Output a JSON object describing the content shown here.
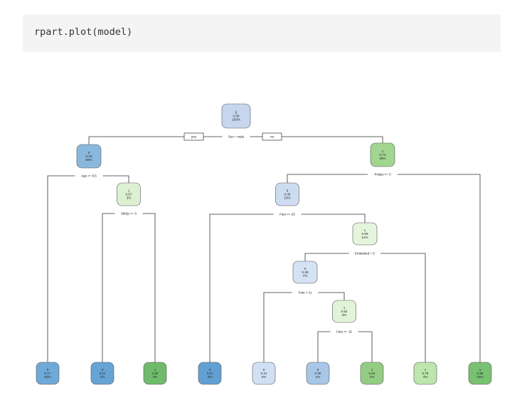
{
  "code": {
    "text": "rpart.plot(model)"
  },
  "tree": {
    "nodes": [
      {
        "id": "root",
        "class": "0",
        "prob": "0.38",
        "pct": "100%",
        "color": "#c6d6ee"
      },
      {
        "id": "n2",
        "class": "0",
        "prob": "0.19",
        "pct": "65%",
        "color": "#8ab8dc"
      },
      {
        "id": "n3",
        "class": "1",
        "prob": "0.74",
        "pct": "35%",
        "color": "#a2d590"
      },
      {
        "id": "n5",
        "class": "1",
        "prob": "0.67",
        "pct": "3%",
        "color": "#ddf1d2"
      },
      {
        "id": "n6",
        "class": "0",
        "prob": "0.45",
        "pct": "16%",
        "color": "#cddcf1"
      },
      {
        "id": "n13",
        "class": "1",
        "prob": "0.59",
        "pct": "12%",
        "color": "#e5f5dc"
      },
      {
        "id": "n26",
        "class": "0",
        "prob": "0.39",
        "pct": "7%",
        "color": "#d4e2f4"
      },
      {
        "id": "n53",
        "class": "1",
        "prob": "0.62",
        "pct": "3%",
        "color": "#e2f4d8"
      },
      {
        "id": "leaf1",
        "class": "0",
        "prob": "0.17",
        "pct": "62%",
        "color": "#6fa9d7"
      },
      {
        "id": "leaf2",
        "class": "0",
        "prob": "0.11",
        "pct": "1%",
        "color": "#66a4d5"
      },
      {
        "id": "leaf3",
        "class": "1",
        "prob": "1.00",
        "pct": "2%",
        "color": "#6fbb6b"
      },
      {
        "id": "leaf4",
        "class": "0",
        "prob": "0.11",
        "pct": "3%",
        "color": "#62a0d3"
      },
      {
        "id": "leaf5",
        "class": "0",
        "prob": "0.41",
        "pct": "4%",
        "color": "#d2e0f3"
      },
      {
        "id": "leaf6",
        "class": "0",
        "prob": "0.30",
        "pct": "1%",
        "color": "#a8c6e6"
      },
      {
        "id": "leaf7",
        "class": "1",
        "prob": "0.81",
        "pct": "2%",
        "color": "#93cd84"
      },
      {
        "id": "leaf8",
        "class": "1",
        "prob": "0.76",
        "pct": "4%",
        "color": "#bde5ae"
      },
      {
        "id": "leaf9",
        "class": "1",
        "prob": "0.96",
        "pct": "19%",
        "color": "#79c172"
      }
    ],
    "splits": [
      {
        "id": "s-root",
        "text": "Sex = male",
        "yes": "yes",
        "no": "no"
      },
      {
        "id": "s-n2",
        "text": "Age >= 6.5"
      },
      {
        "id": "s-n3",
        "text": "Pclass >= 3"
      },
      {
        "id": "s-n5",
        "text": "SibSp >= 3"
      },
      {
        "id": "s-n6",
        "text": "Fare >= 23"
      },
      {
        "id": "s-n13",
        "text": "Embarked = S"
      },
      {
        "id": "s-n26",
        "text": "Fare < 11"
      },
      {
        "id": "s-n53",
        "text": "Fare >= 15"
      }
    ]
  }
}
